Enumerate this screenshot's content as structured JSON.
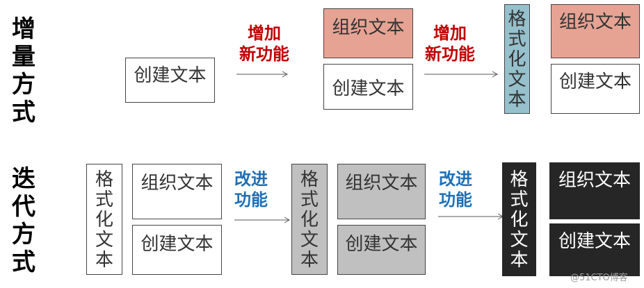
{
  "labels": {
    "incremental": [
      "增",
      "量",
      "方",
      "式"
    ],
    "iterative": [
      "迭",
      "代",
      "方",
      "式"
    ]
  },
  "actions": {
    "add_feature": [
      "增加",
      "新功能"
    ],
    "improve_feature": [
      "改进",
      "功能"
    ]
  },
  "modules": {
    "create_text": "创建文本",
    "organize_text": "组织文本",
    "format_text": [
      "格",
      "式",
      "化",
      "文",
      "本"
    ]
  },
  "colors": {
    "add_feature_text": "#c00000",
    "improve_feature_text": "#1f6fb5",
    "organize_highlight": "#e6a393",
    "format_highlight": "#95c0cc",
    "iteration_gray": "#c0c0c0",
    "iteration_dark": "#262626"
  },
  "watermark": "@51CTO博客"
}
